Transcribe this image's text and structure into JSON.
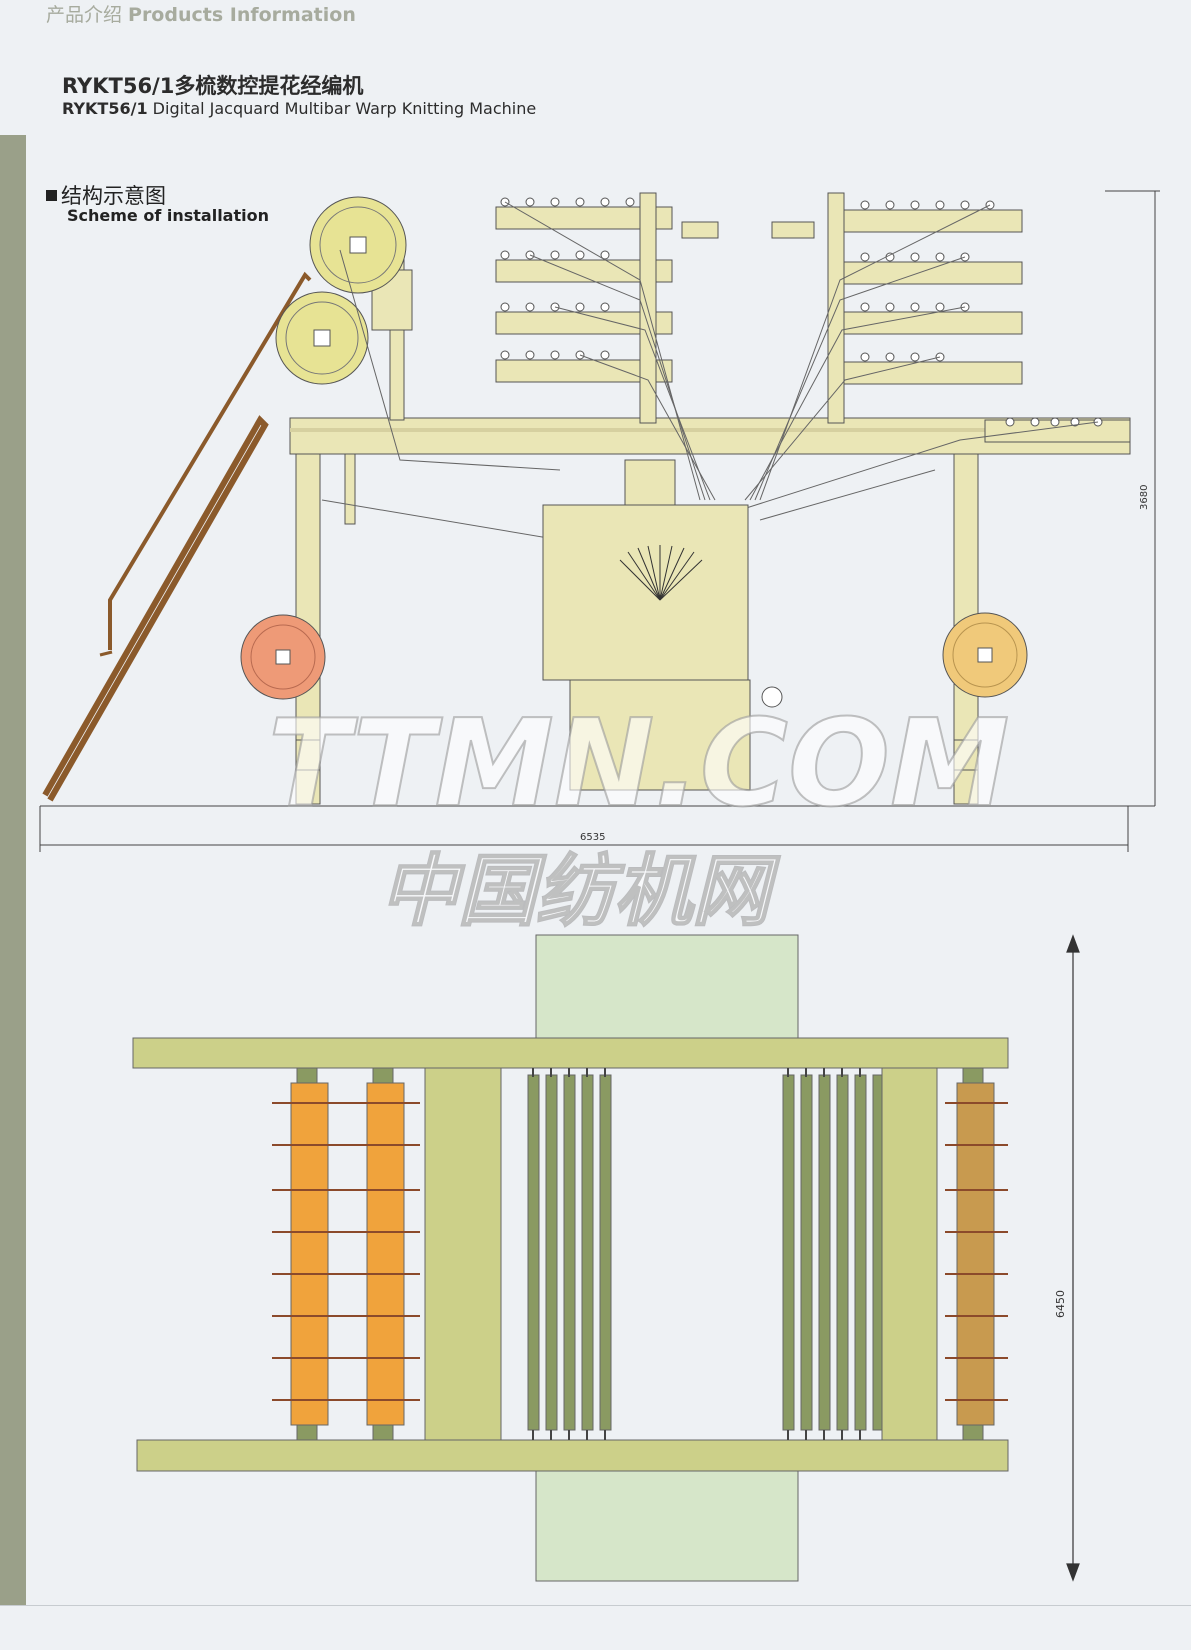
{
  "header": {
    "cn": "产品介绍",
    "en": "Products Information"
  },
  "title": {
    "cn": "RYKT56/1多梳数控提花经编机",
    "en_model": "RYKT56/1",
    "en_text": " Digital Jacquard Multibar Warp Knitting Machine"
  },
  "section": {
    "cn": "结构示意图",
    "en": "Scheme of installation"
  },
  "dimensions": {
    "height": "3680",
    "width": "6535",
    "depth": "6450"
  },
  "watermark": {
    "latin": "TTMN.COM",
    "cn": "中国纺机网"
  },
  "colors": {
    "frame": "#eae6b6",
    "beam_orange": "#f0a33c",
    "beam_brown": "#c89a4f",
    "olive": "#ccd089",
    "bar_green": "#8a9a62",
    "pale_green": "#d6e6c9"
  }
}
